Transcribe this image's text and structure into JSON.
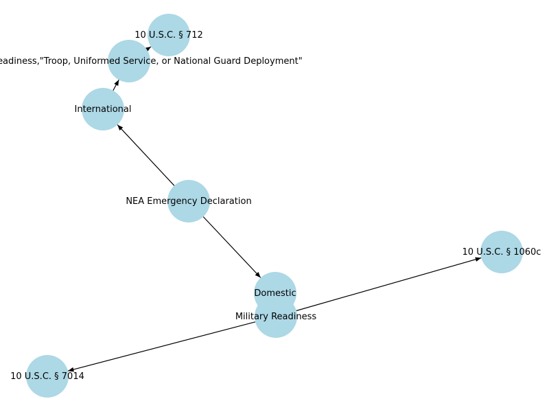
{
  "colors": {
    "node_fill": "#add8e6",
    "edge": "#000000",
    "label": "#000000"
  },
  "nodes": [
    {
      "id": "nea",
      "label": "NEA Emergency Declaration"
    },
    {
      "id": "international",
      "label": "International"
    },
    {
      "id": "domestic",
      "label": "Domestic"
    },
    {
      "id": "military",
      "label": "Military Readiness"
    },
    {
      "id": "troop",
      "label": "Military Readiness,\"Troop, Uniformed Service, or National Guard Deployment\""
    },
    {
      "id": "usc712",
      "label": "10 U.S.C. § 712"
    },
    {
      "id": "usc1060c",
      "label": "10 U.S.C. § 1060c"
    },
    {
      "id": "usc7014",
      "label": "10 U.S.C. § 7014"
    }
  ],
  "edges": [
    {
      "from": "nea",
      "to": "international"
    },
    {
      "from": "nea",
      "to": "domestic"
    },
    {
      "from": "international",
      "to": "troop"
    },
    {
      "from": "troop",
      "to": "usc712"
    },
    {
      "from": "military",
      "to": "usc1060c"
    },
    {
      "from": "military",
      "to": "usc7014"
    }
  ]
}
